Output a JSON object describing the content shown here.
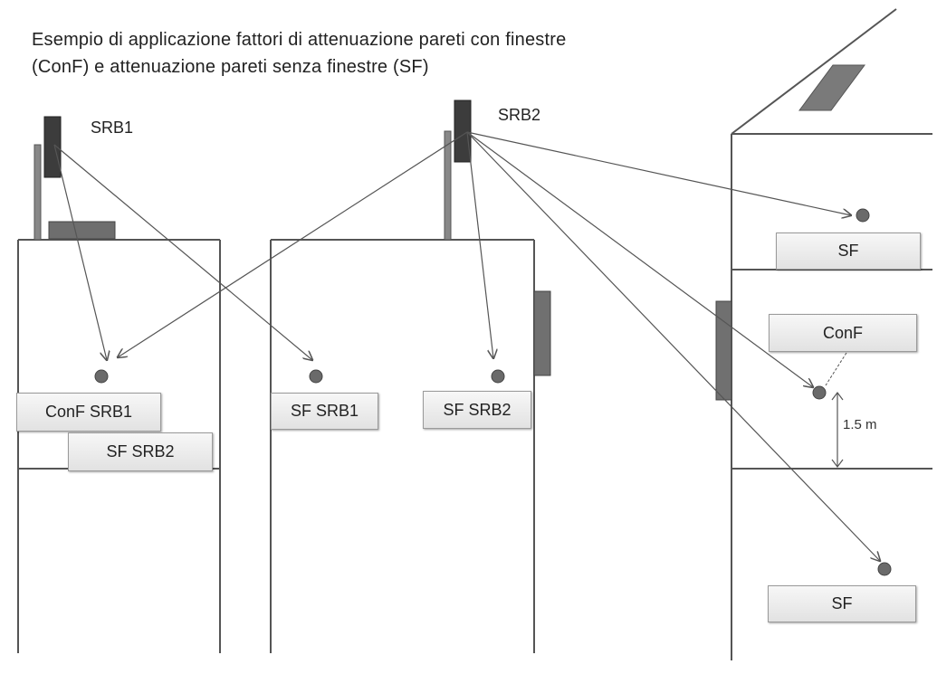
{
  "title": {
    "line1": "Esempio di applicazione fattori di attenuazione pareti con finestre",
    "line2": "(ConF) e attenuazione pareti senza finestre (SF)"
  },
  "antennas": {
    "srb1": "SRB1",
    "srb2": "SRB2"
  },
  "labels": {
    "b1_conf_srb1": "ConF SRB1",
    "b1_sf_srb2": "SF SRB2",
    "b2_sf_srb1": "SF SRB1",
    "b2_sf_srb2": "SF SRB2",
    "b3_sf_top": "SF",
    "b3_conf": "ConF",
    "b3_sf_bottom": "SF"
  },
  "dimension": "1.5 m",
  "colors": {
    "line": "#555555",
    "antenna": "#3c3c3c",
    "window": "#707070",
    "point": "#6a6a6a",
    "roof_panel": "#7a7a7a"
  }
}
